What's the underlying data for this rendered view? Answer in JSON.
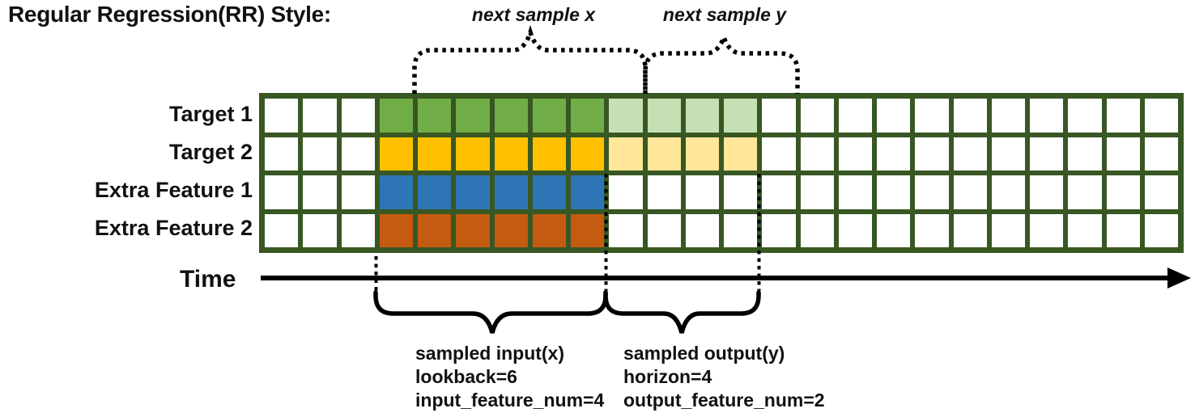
{
  "title": "Regular Regression(RR) Style:",
  "annotations": {
    "next_sample_x": "next sample x",
    "next_sample_y": "next sample y",
    "time_label": "Time"
  },
  "input_summary": {
    "line1": "sampled input(x)",
    "line2": "lookback=6",
    "line3": "input_feature_num=4"
  },
  "output_summary": {
    "line1": "sampled output(y)",
    "line2": "horizon=4",
    "line3": "output_feature_num=2"
  },
  "grid": {
    "columns": 24,
    "rows": [
      {
        "label": "Target 1",
        "segments": [
          {
            "count": 3,
            "color": "white_cell"
          },
          {
            "count": 6,
            "color": "green"
          },
          {
            "count": 4,
            "color": "light_green"
          },
          {
            "count": 11,
            "color": "white_cell"
          }
        ]
      },
      {
        "label": "Target 2",
        "segments": [
          {
            "count": 3,
            "color": "white_cell"
          },
          {
            "count": 6,
            "color": "gold"
          },
          {
            "count": 4,
            "color": "light_gold"
          },
          {
            "count": 11,
            "color": "white_cell"
          }
        ]
      },
      {
        "label": "Extra Feature 1",
        "segments": [
          {
            "count": 3,
            "color": "white_cell"
          },
          {
            "count": 6,
            "color": "blue"
          },
          {
            "count": 15,
            "color": "white_cell"
          }
        ]
      },
      {
        "label": "Extra Feature 2",
        "segments": [
          {
            "count": 3,
            "color": "white_cell"
          },
          {
            "count": 6,
            "color": "orange"
          },
          {
            "count": 15,
            "color": "white_cell"
          }
        ]
      }
    ]
  },
  "colors": {
    "grid_border": "#385723",
    "white_cell": "#FFFFFF",
    "green": "#70AD47",
    "light_green": "#C5E0B4",
    "gold": "#FFC000",
    "light_gold": "#FFE699",
    "blue": "#2E75B6",
    "orange": "#C55A11",
    "line_black": "#000000"
  }
}
